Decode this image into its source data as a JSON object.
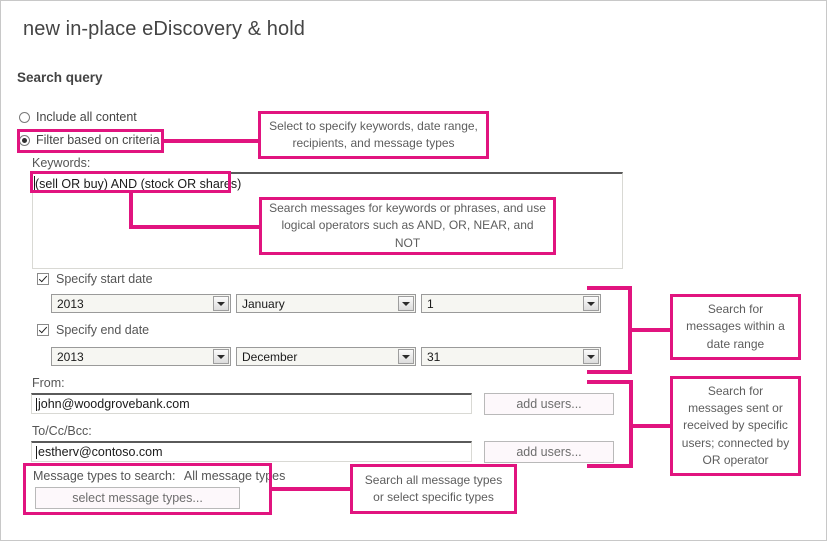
{
  "dialog": {
    "title": "new in-place eDiscovery & hold",
    "section_title": "Search query"
  },
  "search_scope": {
    "option_all": "Include all content",
    "option_filter": "Filter based on criteria",
    "selected": "Filter based on criteria"
  },
  "keywords": {
    "label": "Keywords:",
    "value": "(sell OR buy) AND (stock OR shares)"
  },
  "start_date": {
    "checkbox_label": "Specify start date",
    "checked": true,
    "year": "2013",
    "month": "January",
    "day": "1"
  },
  "end_date": {
    "checkbox_label": "Specify end date",
    "checked": true,
    "year": "2013",
    "month": "December",
    "day": "31"
  },
  "from": {
    "label": "From:",
    "value": "john@woodgrovebank.com",
    "button": "add users..."
  },
  "to_cc_bcc": {
    "label": "To/Cc/Bcc:",
    "value": "estherv@contoso.com",
    "button": "add users..."
  },
  "message_types": {
    "label": "Message types to search:",
    "value": "All message types",
    "button": "select message types..."
  },
  "annotations": {
    "filter_criteria": "Select to specify keywords, date range, recipients, and message types",
    "keywords": "Search messages for keywords or phrases, and use logical operators such as AND, OR, NEAR, and NOT",
    "date_range": "Search for messages within a date range",
    "users": "Search for messages sent or received by specific users; connected by OR operator",
    "message_types": "Search all message types or select specific types"
  },
  "colors": {
    "accent": "#e1147f",
    "text": "#444444",
    "muted": "#5d5d5d"
  }
}
